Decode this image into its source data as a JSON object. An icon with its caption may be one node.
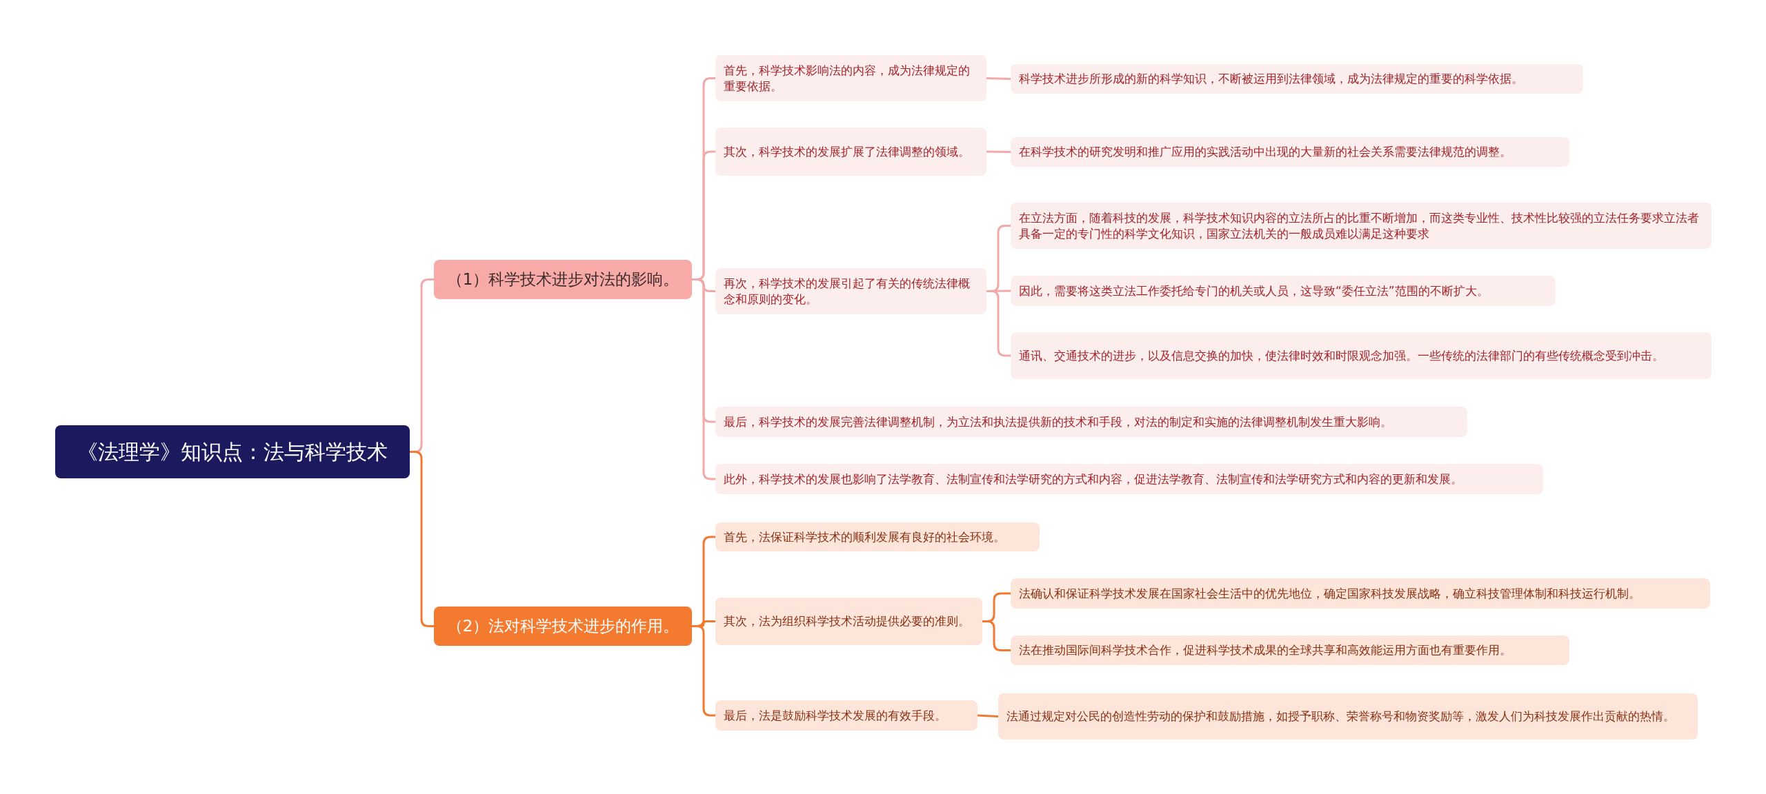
{
  "diagram": {
    "nodes": [
      {
        "text": [
          "《法理学》知识点：法与科学技术"
        ]
      },
      {
        "text": [
          "（1）科学技术进步对法的影响。"
        ]
      },
      {
        "text": [
          "（2）法对科学技术进步的作用。"
        ]
      },
      {
        "text": [
          "首先，科学技术影响法的内容，成为法律规定的重要依据。"
        ]
      },
      {
        "text": [
          "其次，科学技术的发展扩展了法律调整的领域。"
        ]
      },
      {
        "text": [
          "再次，科学技术的发展引起了有关的传统法律概念和原则的变化。"
        ]
      },
      {
        "text": [
          "最后，科学技术的发展完善法律调整机制，为立法和执法提供新的技术和手段，对法的制定和实施的法律调整机制发生重大影响。"
        ]
      },
      {
        "text": [
          "此外，科学技术的发展也影响了法学教育、法制宣传和法学研究的方式和内容，促进法学教育、法制宣传和法学研究方式和内容的更新和发展。"
        ]
      },
      {
        "text": [
          "科学技术进步所形成的新的科学知识，不断被运用到法律领域，成为法律规定的重要的科学依据。"
        ]
      },
      {
        "text": [
          "在科学技术的研究发明和推广应用的实践活动中出现的大量新的社会关系需要法律规范的调整。"
        ]
      },
      {
        "text": [
          "在立法方面，随着科技的发展，科学技术知识内容的立法所占的比重不断增加，而这类专业性、技术性比较强的立法任务要求立法者具备一定的专门性的科学文化知识，国家立法机关的一般成员难以满足这种要求"
        ]
      },
      {
        "text": [
          "因此，需要将这类立法工作委托给专门的机关或人员，这导致“委任立法”范围的不断扩大。"
        ]
      },
      {
        "text": [
          "通讯、交通技术的进步，以及信息交换的加快，使法律时效和时限观念加强。一些传统的法律部门的有些传统概念受到冲击。"
        ]
      },
      {
        "text": [
          "首先，法保证科学技术的顺利发展有良好的社会环境。"
        ]
      },
      {
        "text": [
          "其次，法为组织科学技术活动提供必要的准则。"
        ]
      },
      {
        "text": [
          "最后，法是鼓励科学技术发展的有效手段。"
        ]
      },
      {
        "text": [
          "法确认和保证科学技术发展在国家社会生活中的优先地位，确定国家科技发展战略，确立科技管理体制和科技运行机制。"
        ]
      },
      {
        "text": [
          "法在推动国际间科学技术合作，促进科学技术成果的全球共享和高效能运用方面也有重要作用。"
        ]
      },
      {
        "text": [
          "法通过规定对公民的创造性劳动的保护和鼓励措施，如授予职称、荣誉称号和物资奖励等，激发人们为科技发展作出贡献的热情。"
        ]
      }
    ],
    "edges": [
      {
        "from": 0,
        "to": 1,
        "arrow": "none"
      },
      {
        "from": 0,
        "to": 2,
        "arrow": "none",
        "color": "#f07a30"
      },
      {
        "from": 1,
        "to": 3,
        "arrow": "none"
      },
      {
        "from": 1,
        "to": 4,
        "arrow": "none"
      },
      {
        "from": 1,
        "to": 5,
        "arrow": "none"
      },
      {
        "from": 1,
        "to": 6,
        "arrow": "none"
      },
      {
        "from": 1,
        "to": 7,
        "arrow": "none"
      },
      {
        "from": 3,
        "to": 8,
        "arrow": "none"
      },
      {
        "from": 4,
        "to": 9,
        "arrow": "none"
      },
      {
        "from": 5,
        "to": 10,
        "arrow": "none"
      },
      {
        "from": 5,
        "to": 11,
        "arrow": "none"
      },
      {
        "from": 5,
        "to": 12,
        "arrow": "none"
      },
      {
        "from": 2,
        "to": 13,
        "arrow": "none",
        "color": "#f07a30"
      },
      {
        "from": 2,
        "to": 14,
        "arrow": "none",
        "color": "#f07a30"
      },
      {
        "from": 2,
        "to": 15,
        "arrow": "none",
        "color": "#f07a30"
      },
      {
        "from": 14,
        "to": 16,
        "arrow": "none",
        "color": "#f07a30"
      },
      {
        "from": 14,
        "to": 17,
        "arrow": "none",
        "color": "#f07a30"
      },
      {
        "from": 15,
        "to": 18,
        "arrow": "none",
        "color": "#f07a30"
      }
    ]
  }
}
